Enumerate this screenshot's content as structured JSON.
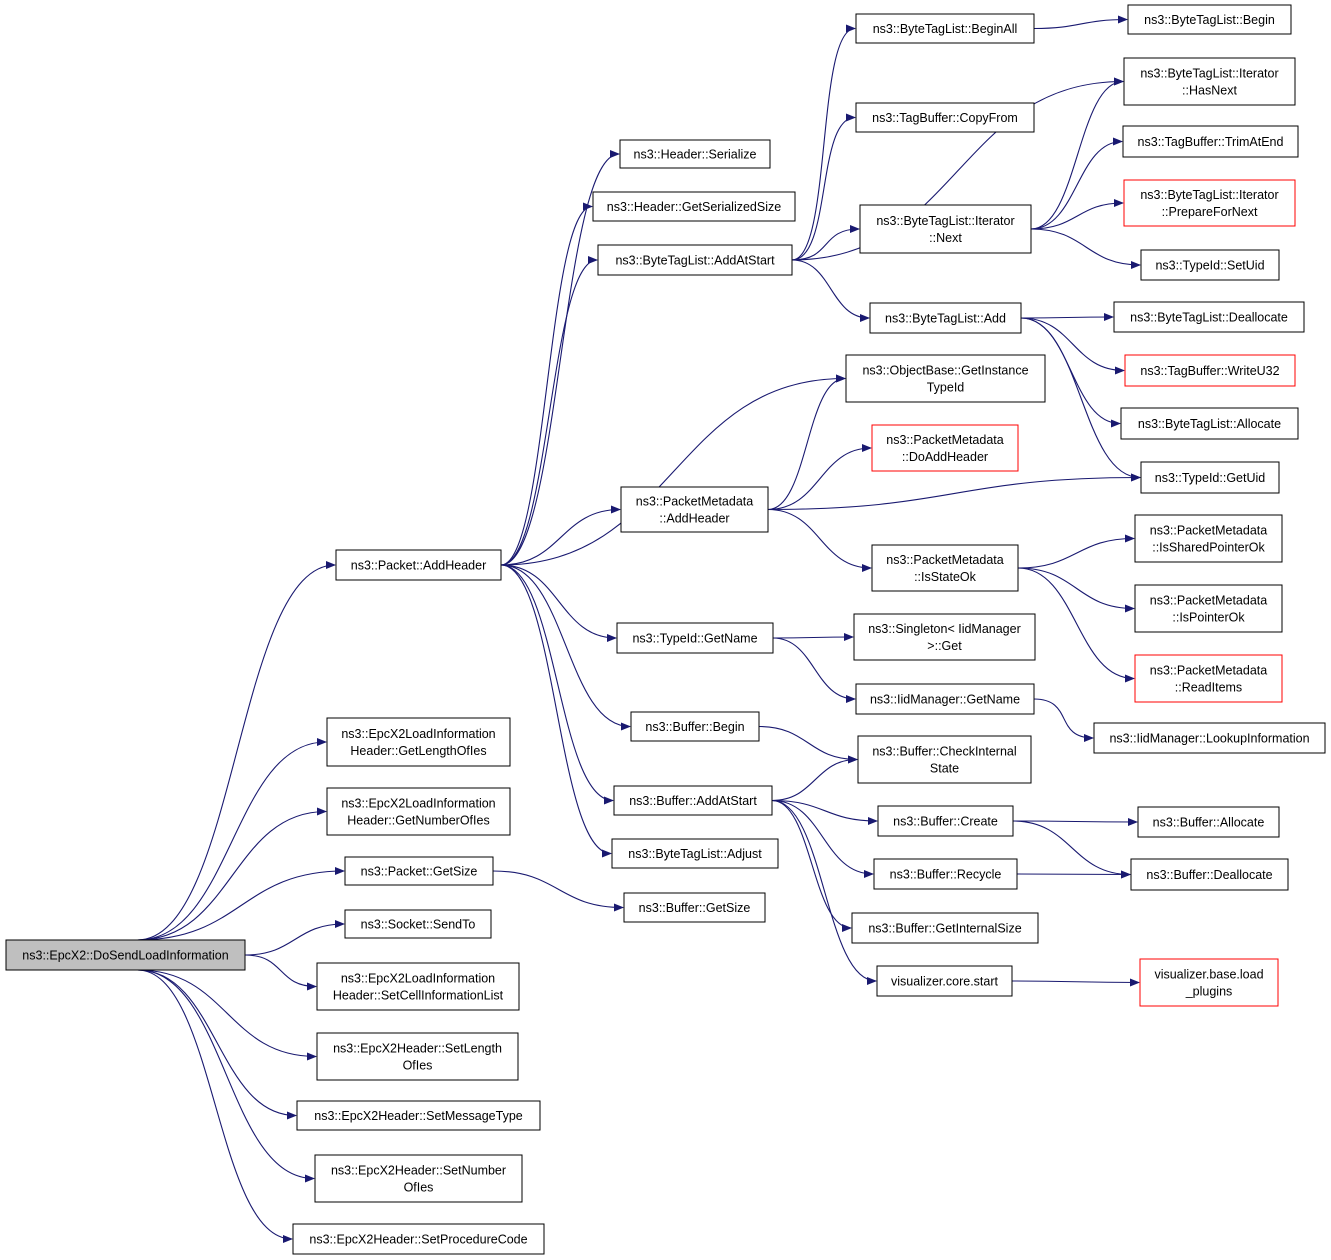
{
  "graph": {
    "colors": {
      "edge": "#191970",
      "node_border": "#000000",
      "root_fill": "#bfbfbf",
      "truncated_border": "#ff0000"
    },
    "nodes": [
      {
        "id": "root",
        "lines": [
          "ns3::EpcX2::DoSendLoadInformation"
        ],
        "style": "root"
      },
      {
        "id": "pkt_addheader",
        "lines": [
          "ns3::Packet::AddHeader"
        ]
      },
      {
        "id": "get_len_ies",
        "lines": [
          "ns3::EpcX2LoadInformation",
          "Header::GetLengthOfIes"
        ]
      },
      {
        "id": "get_num_ies",
        "lines": [
          "ns3::EpcX2LoadInformation",
          "Header::GetNumberOfIes"
        ]
      },
      {
        "id": "pkt_getsize",
        "lines": [
          "ns3::Packet::GetSize"
        ]
      },
      {
        "id": "sock_sendto",
        "lines": [
          "ns3::Socket::SendTo"
        ]
      },
      {
        "id": "set_cellinfo",
        "lines": [
          "ns3::EpcX2LoadInformation",
          "Header::SetCellInformationList"
        ]
      },
      {
        "id": "set_len_ies",
        "lines": [
          "ns3::EpcX2Header::SetLength",
          "OfIes"
        ]
      },
      {
        "id": "set_msgtype",
        "lines": [
          "ns3::EpcX2Header::SetMessageType"
        ]
      },
      {
        "id": "set_num_ies",
        "lines": [
          "ns3::EpcX2Header::SetNumber",
          "OfIes"
        ]
      },
      {
        "id": "set_proc",
        "lines": [
          "ns3::EpcX2Header::SetProcedureCode"
        ]
      },
      {
        "id": "hdr_serialize",
        "lines": [
          "ns3::Header::Serialize"
        ]
      },
      {
        "id": "hdr_getser",
        "lines": [
          "ns3::Header::GetSerializedSize"
        ]
      },
      {
        "id": "btl_addatstart",
        "lines": [
          "ns3::ByteTagList::AddAtStart"
        ]
      },
      {
        "id": "pm_addheader",
        "lines": [
          "ns3::PacketMetadata",
          "::AddHeader"
        ]
      },
      {
        "id": "typeid_getname",
        "lines": [
          "ns3::TypeId::GetName"
        ]
      },
      {
        "id": "buf_begin",
        "lines": [
          "ns3::Buffer::Begin"
        ]
      },
      {
        "id": "buf_addatstart",
        "lines": [
          "ns3::Buffer::AddAtStart"
        ]
      },
      {
        "id": "btl_adjust",
        "lines": [
          "ns3::ByteTagList::Adjust"
        ]
      },
      {
        "id": "buf_getsize",
        "lines": [
          "ns3::Buffer::GetSize"
        ]
      },
      {
        "id": "btl_beginall",
        "lines": [
          "ns3::ByteTagList::BeginAll"
        ]
      },
      {
        "id": "tb_copyfrom",
        "lines": [
          "ns3::TagBuffer::CopyFrom"
        ]
      },
      {
        "id": "btli_next",
        "lines": [
          "ns3::ByteTagList::Iterator",
          "::Next"
        ]
      },
      {
        "id": "btl_add",
        "lines": [
          "ns3::ByteTagList::Add"
        ]
      },
      {
        "id": "ob_getinstance",
        "lines": [
          "ns3::ObjectBase::GetInstance",
          "TypeId"
        ]
      },
      {
        "id": "pm_doaddheader",
        "lines": [
          "ns3::PacketMetadata",
          "::DoAddHeader"
        ],
        "style": "red"
      },
      {
        "id": "pm_isstateok",
        "lines": [
          "ns3::PacketMetadata",
          "::IsStateOk"
        ]
      },
      {
        "id": "singleton_get",
        "lines": [
          "ns3::Singleton< IidManager",
          ">::Get"
        ]
      },
      {
        "id": "iid_getname",
        "lines": [
          "ns3::IidManager::GetName"
        ]
      },
      {
        "id": "buf_checkinternal",
        "lines": [
          "ns3::Buffer::CheckInternal",
          "State"
        ]
      },
      {
        "id": "buf_create",
        "lines": [
          "ns3::Buffer::Create"
        ]
      },
      {
        "id": "buf_recycle",
        "lines": [
          "ns3::Buffer::Recycle"
        ]
      },
      {
        "id": "buf_getinternalsize",
        "lines": [
          "ns3::Buffer::GetInternalSize"
        ]
      },
      {
        "id": "viz_start",
        "lines": [
          "visualizer.core.start"
        ]
      },
      {
        "id": "btl_begin",
        "lines": [
          "ns3::ByteTagList::Begin"
        ]
      },
      {
        "id": "btli_hasnext",
        "lines": [
          "ns3::ByteTagList::Iterator",
          "::HasNext"
        ]
      },
      {
        "id": "tb_trimatend",
        "lines": [
          "ns3::TagBuffer::TrimAtEnd"
        ]
      },
      {
        "id": "btli_prepare",
        "lines": [
          "ns3::ByteTagList::Iterator",
          "::PrepareForNext"
        ],
        "style": "red"
      },
      {
        "id": "typeid_setuid",
        "lines": [
          "ns3::TypeId::SetUid"
        ]
      },
      {
        "id": "btl_deallocate",
        "lines": [
          "ns3::ByteTagList::Deallocate"
        ]
      },
      {
        "id": "tb_writeu32",
        "lines": [
          "ns3::TagBuffer::WriteU32"
        ],
        "style": "red"
      },
      {
        "id": "btl_allocate",
        "lines": [
          "ns3::ByteTagList::Allocate"
        ]
      },
      {
        "id": "typeid_getuid",
        "lines": [
          "ns3::TypeId::GetUid"
        ]
      },
      {
        "id": "pm_issharedptr",
        "lines": [
          "ns3::PacketMetadata",
          "::IsSharedPointerOk"
        ]
      },
      {
        "id": "pm_isptrok",
        "lines": [
          "ns3::PacketMetadata",
          "::IsPointerOk"
        ]
      },
      {
        "id": "pm_readitems",
        "lines": [
          "ns3::PacketMetadata",
          "::ReadItems"
        ],
        "style": "red"
      },
      {
        "id": "iid_lookup",
        "lines": [
          "ns3::IidManager::LookupInformation"
        ]
      },
      {
        "id": "buf_allocate",
        "lines": [
          "ns3::Buffer::Allocate"
        ]
      },
      {
        "id": "buf_deallocate",
        "lines": [
          "ns3::Buffer::Deallocate"
        ]
      },
      {
        "id": "viz_loadplugins",
        "lines": [
          "visualizer.base.load",
          "_plugins"
        ],
        "style": "red"
      }
    ],
    "edges": [
      {
        "from": "root",
        "to": "pkt_addheader"
      },
      {
        "from": "root",
        "to": "get_len_ies"
      },
      {
        "from": "root",
        "to": "get_num_ies"
      },
      {
        "from": "root",
        "to": "pkt_getsize"
      },
      {
        "from": "root",
        "to": "sock_sendto"
      },
      {
        "from": "root",
        "to": "set_cellinfo"
      },
      {
        "from": "root",
        "to": "set_len_ies"
      },
      {
        "from": "root",
        "to": "set_msgtype"
      },
      {
        "from": "root",
        "to": "set_num_ies"
      },
      {
        "from": "root",
        "to": "set_proc"
      },
      {
        "from": "pkt_addheader",
        "to": "hdr_serialize"
      },
      {
        "from": "pkt_addheader",
        "to": "hdr_getser"
      },
      {
        "from": "pkt_addheader",
        "to": "btl_addatstart"
      },
      {
        "from": "pkt_addheader",
        "to": "ob_getinstance"
      },
      {
        "from": "pkt_addheader",
        "to": "pm_addheader"
      },
      {
        "from": "pkt_addheader",
        "to": "typeid_getname"
      },
      {
        "from": "pkt_addheader",
        "to": "buf_begin"
      },
      {
        "from": "pkt_addheader",
        "to": "buf_addatstart"
      },
      {
        "from": "pkt_addheader",
        "to": "btl_adjust"
      },
      {
        "from": "pkt_getsize",
        "to": "buf_getsize"
      },
      {
        "from": "btl_addatstart",
        "to": "btl_beginall"
      },
      {
        "from": "btl_addatstart",
        "to": "tb_copyfrom"
      },
      {
        "from": "btl_addatstart",
        "to": "btli_hasnext"
      },
      {
        "from": "btl_addatstart",
        "to": "btli_next"
      },
      {
        "from": "btl_addatstart",
        "to": "btl_add"
      },
      {
        "from": "btl_beginall",
        "to": "btl_begin"
      },
      {
        "from": "btli_next",
        "to": "btli_hasnext"
      },
      {
        "from": "btli_next",
        "to": "tb_trimatend"
      },
      {
        "from": "btli_next",
        "to": "btli_prepare"
      },
      {
        "from": "btli_next",
        "to": "typeid_setuid"
      },
      {
        "from": "btl_add",
        "to": "btl_deallocate"
      },
      {
        "from": "btl_add",
        "to": "tb_writeu32"
      },
      {
        "from": "btl_add",
        "to": "btl_allocate"
      },
      {
        "from": "btl_add",
        "to": "typeid_getuid"
      },
      {
        "from": "pm_addheader",
        "to": "ob_getinstance"
      },
      {
        "from": "pm_addheader",
        "to": "pm_doaddheader"
      },
      {
        "from": "pm_addheader",
        "to": "typeid_getuid"
      },
      {
        "from": "pm_addheader",
        "to": "pm_isstateok"
      },
      {
        "from": "pm_isstateok",
        "to": "pm_issharedptr"
      },
      {
        "from": "pm_isstateok",
        "to": "pm_isptrok"
      },
      {
        "from": "pm_isstateok",
        "to": "pm_readitems"
      },
      {
        "from": "typeid_getname",
        "to": "singleton_get"
      },
      {
        "from": "typeid_getname",
        "to": "iid_getname"
      },
      {
        "from": "iid_getname",
        "to": "iid_lookup"
      },
      {
        "from": "buf_begin",
        "to": "buf_checkinternal"
      },
      {
        "from": "buf_addatstart",
        "to": "buf_checkinternal"
      },
      {
        "from": "buf_addatstart",
        "to": "buf_create"
      },
      {
        "from": "buf_addatstart",
        "to": "buf_recycle"
      },
      {
        "from": "buf_addatstart",
        "to": "buf_getinternalsize"
      },
      {
        "from": "buf_addatstart",
        "to": "viz_start"
      },
      {
        "from": "buf_create",
        "to": "buf_allocate"
      },
      {
        "from": "buf_create",
        "to": "buf_deallocate"
      },
      {
        "from": "buf_recycle",
        "to": "buf_deallocate"
      },
      {
        "from": "viz_start",
        "to": "viz_loadplugins"
      }
    ]
  }
}
